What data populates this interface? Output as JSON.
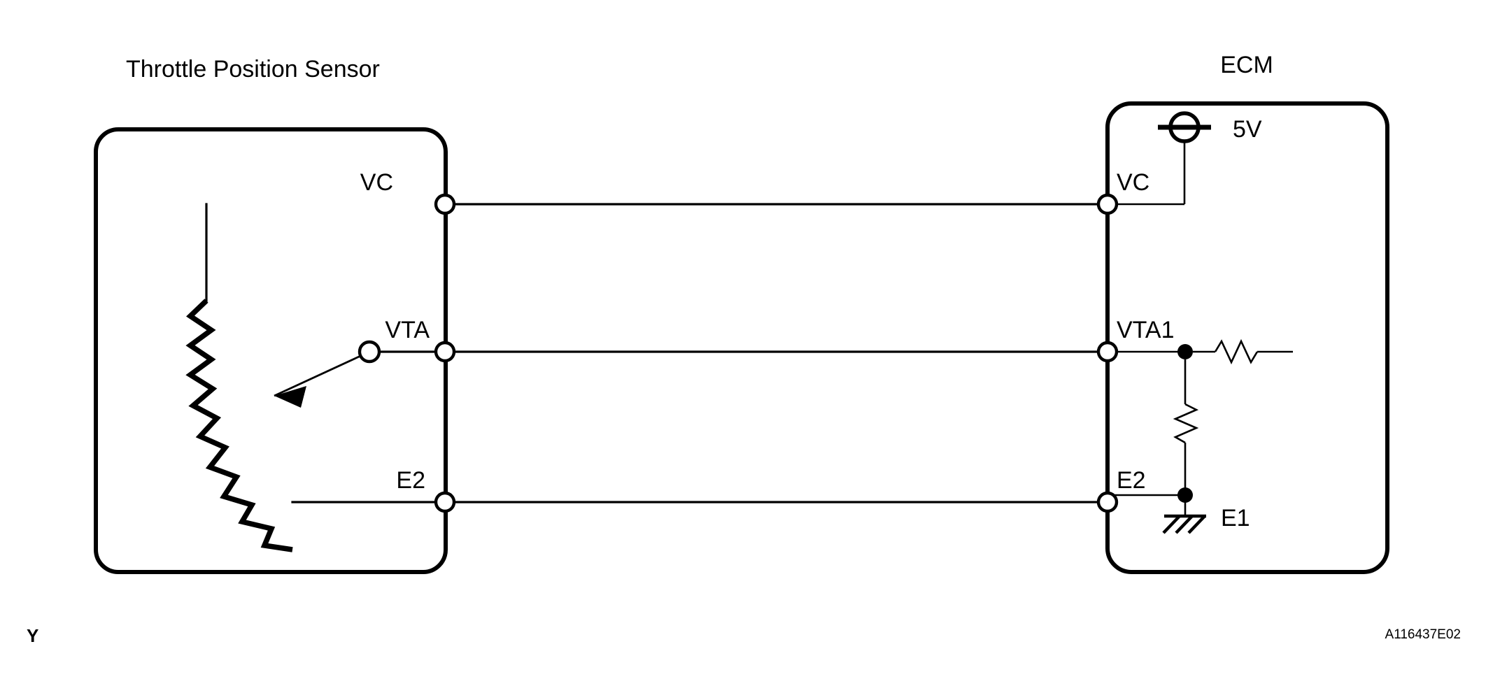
{
  "diagram": {
    "type": "automotive-wiring-schematic",
    "background_color": "#ffffff",
    "line_color": "#000000",
    "figure_code": "A116437E02",
    "corner_marker": "Y",
    "left_component": {
      "title": "Throttle Position Sensor",
      "pins": [
        {
          "name": "VC",
          "label": "VC"
        },
        {
          "name": "VTA",
          "label": "VTA"
        },
        {
          "name": "E2",
          "label": "E2"
        }
      ],
      "internal_symbol": "potentiometer"
    },
    "right_component": {
      "title": "ECM",
      "pins": [
        {
          "name": "VC",
          "label": "VC"
        },
        {
          "name": "VTA1",
          "label": "VTA1"
        },
        {
          "name": "E2",
          "label": "E2"
        }
      ],
      "supply_label": "5V",
      "ground_label": "E1",
      "internal_symbols": [
        "voltage-source",
        "series-resistor",
        "pull-down-resistor",
        "chassis-ground"
      ]
    },
    "connections": [
      {
        "from": "Throttle Position Sensor.VC",
        "to": "ECM.VC"
      },
      {
        "from": "Throttle Position Sensor.VTA",
        "to": "ECM.VTA1"
      },
      {
        "from": "Throttle Position Sensor.E2",
        "to": "ECM.E2"
      }
    ]
  }
}
